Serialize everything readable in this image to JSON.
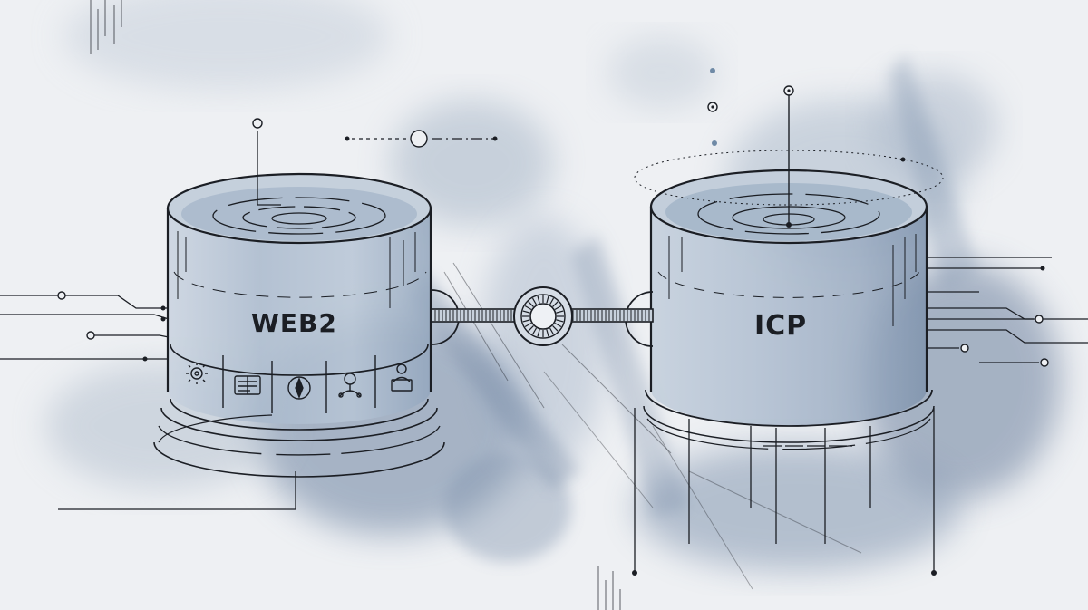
{
  "illustration": {
    "left_cylinder_label": "WEB2",
    "right_cylinder_label": "ICP",
    "ink_color": "#1b1e24",
    "wash_color": "#5f7796",
    "paper_color": "#eef0f3",
    "left_panel_icons": [
      "gear-icon",
      "document-icon",
      "compass-icon",
      "user-network-icon",
      "user-monitor-icon"
    ],
    "connector": "bridge-with-ring-hub"
  }
}
